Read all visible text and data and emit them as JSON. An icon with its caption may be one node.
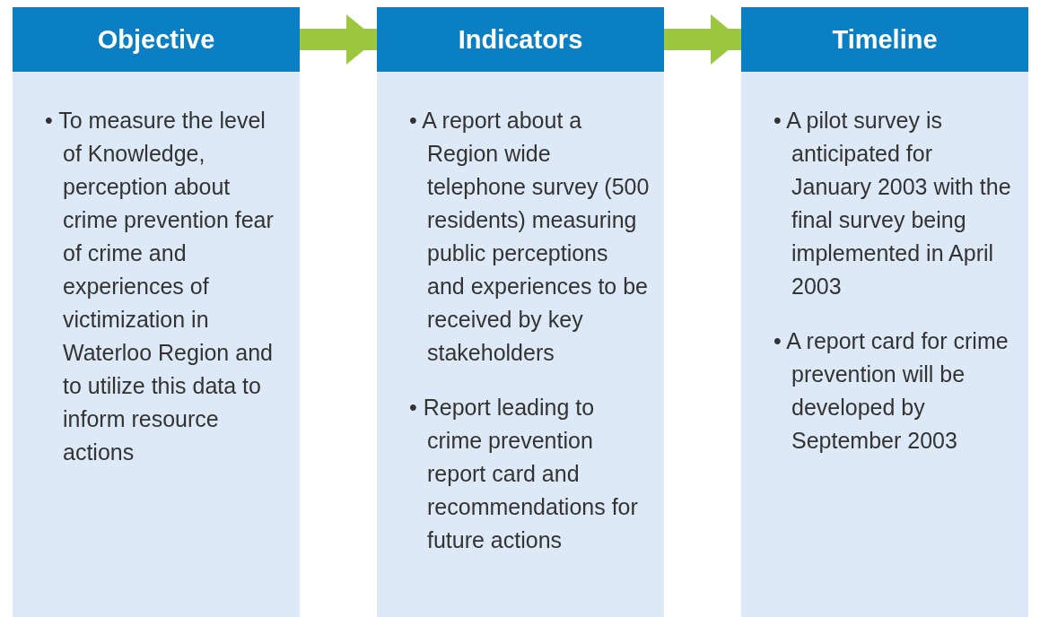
{
  "diagram": {
    "nodes": [
      {
        "text": [
          "Objective",
          "• To measure the level of Knowledge, perception about crime prevention fear of crime and experiences of victimization in Waterloo Region and to utilize this data to inform resource actions"
        ]
      },
      {
        "text": [
          "Indicators",
          "• A report about a Region wide telephone survey (500 residents) measuring public perceptions and experiences to be received by key stakeholders",
          "• Report leading to crime prevention report card and recommendations for future actions"
        ]
      },
      {
        "text": [
          "Timeline",
          "• A pilot survey is anticipated for January 2003 with the final survey being implemented in April 2003",
          "• A report card for crime prevention will be developed by September 2003"
        ]
      }
    ],
    "edges": [
      {
        "from": 0,
        "to": 1,
        "arrow": "to"
      },
      {
        "from": 1,
        "to": 2,
        "arrow": "to"
      }
    ]
  }
}
